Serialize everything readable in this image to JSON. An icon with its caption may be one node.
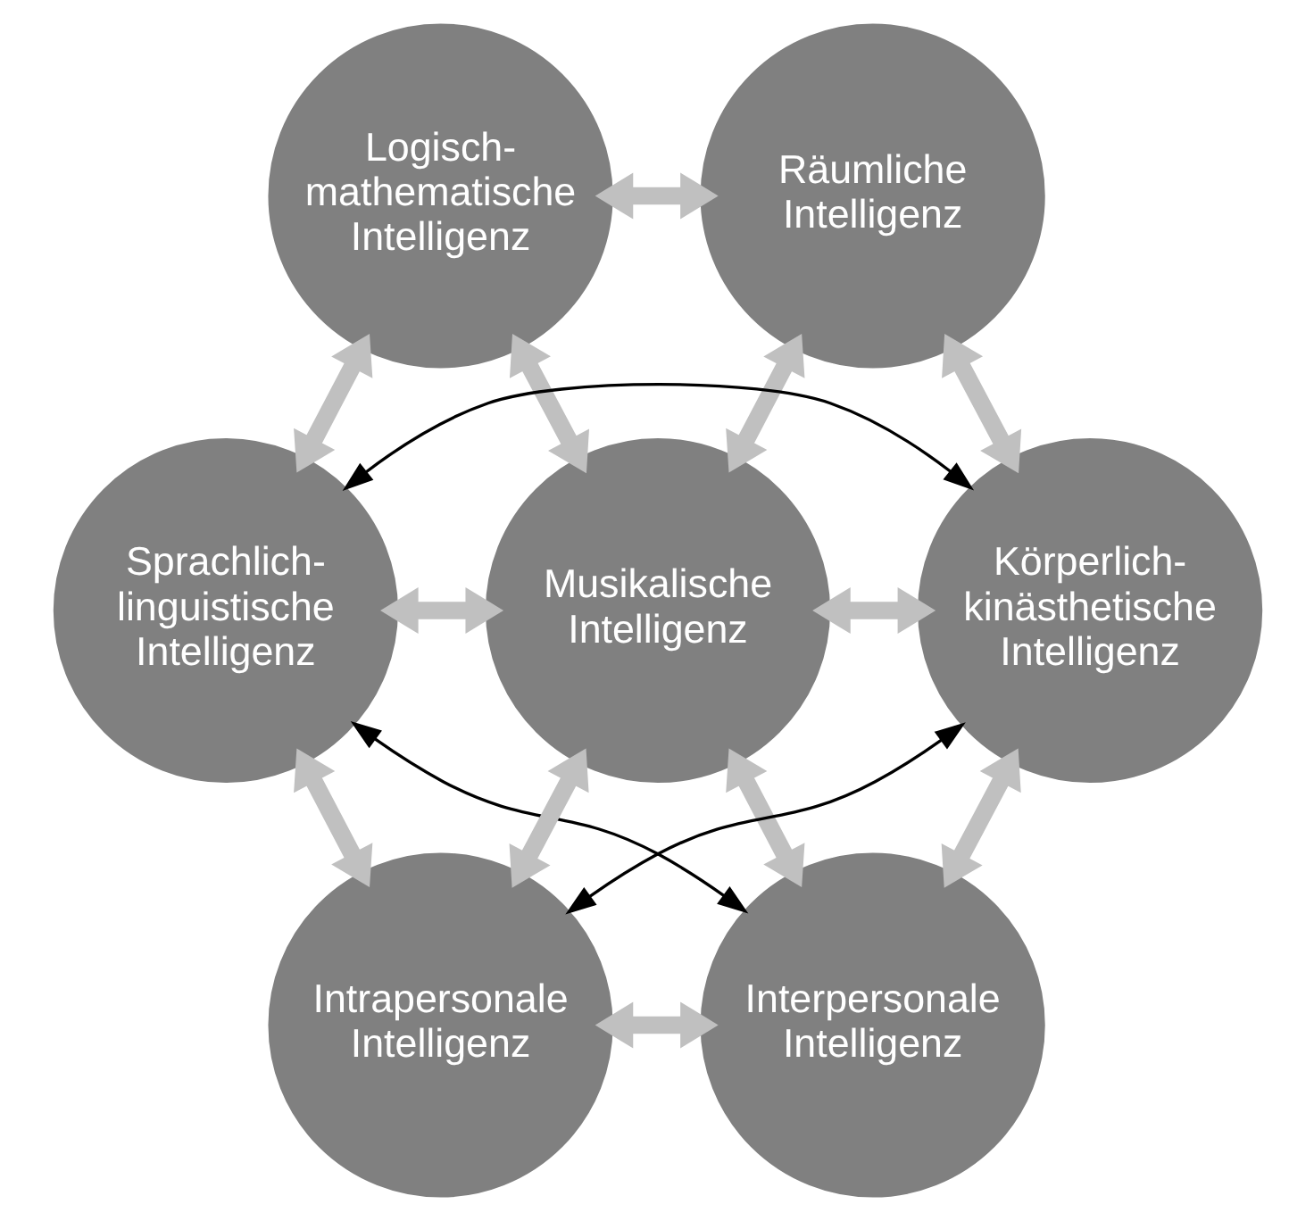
{
  "diagram": {
    "nodes": [
      {
        "text": [
          "Logisch-mathematische Intelligenz"
        ]
      },
      {
        "text": [
          "Räumliche Intelligenz"
        ]
      },
      {
        "text": [
          "Sprachlich-linguistische Intelligenz"
        ]
      },
      {
        "text": [
          "Musikalische Intelligenz"
        ]
      },
      {
        "text": [
          "Körperlich-kinästhetische Intelligenz"
        ]
      },
      {
        "text": [
          "Intrapersonale Intelligenz"
        ]
      },
      {
        "text": [
          "Interpersonale Intelligenz"
        ]
      }
    ],
    "edges": [
      {
        "from": 0,
        "to": 1,
        "arrow": "both"
      },
      {
        "from": 0,
        "to": 2,
        "arrow": "both"
      },
      {
        "from": 0,
        "to": 3,
        "arrow": "both"
      },
      {
        "from": 1,
        "to": 3,
        "arrow": "both"
      },
      {
        "from": 1,
        "to": 4,
        "arrow": "both"
      },
      {
        "from": 2,
        "to": 3,
        "arrow": "both"
      },
      {
        "from": 3,
        "to": 4,
        "arrow": "both"
      },
      {
        "from": 2,
        "to": 5,
        "arrow": "both"
      },
      {
        "from": 3,
        "to": 5,
        "arrow": "both"
      },
      {
        "from": 3,
        "to": 6,
        "arrow": "both"
      },
      {
        "from": 4,
        "to": 6,
        "arrow": "both"
      },
      {
        "from": 5,
        "to": 6,
        "arrow": "both"
      },
      {
        "from": 2,
        "to": 4,
        "arrow": "both",
        "color": "#000000"
      },
      {
        "from": 2,
        "to": 6,
        "arrow": "both",
        "color": "#000000"
      },
      {
        "from": 4,
        "to": 5,
        "arrow": "both",
        "color": "#000000"
      }
    ]
  }
}
